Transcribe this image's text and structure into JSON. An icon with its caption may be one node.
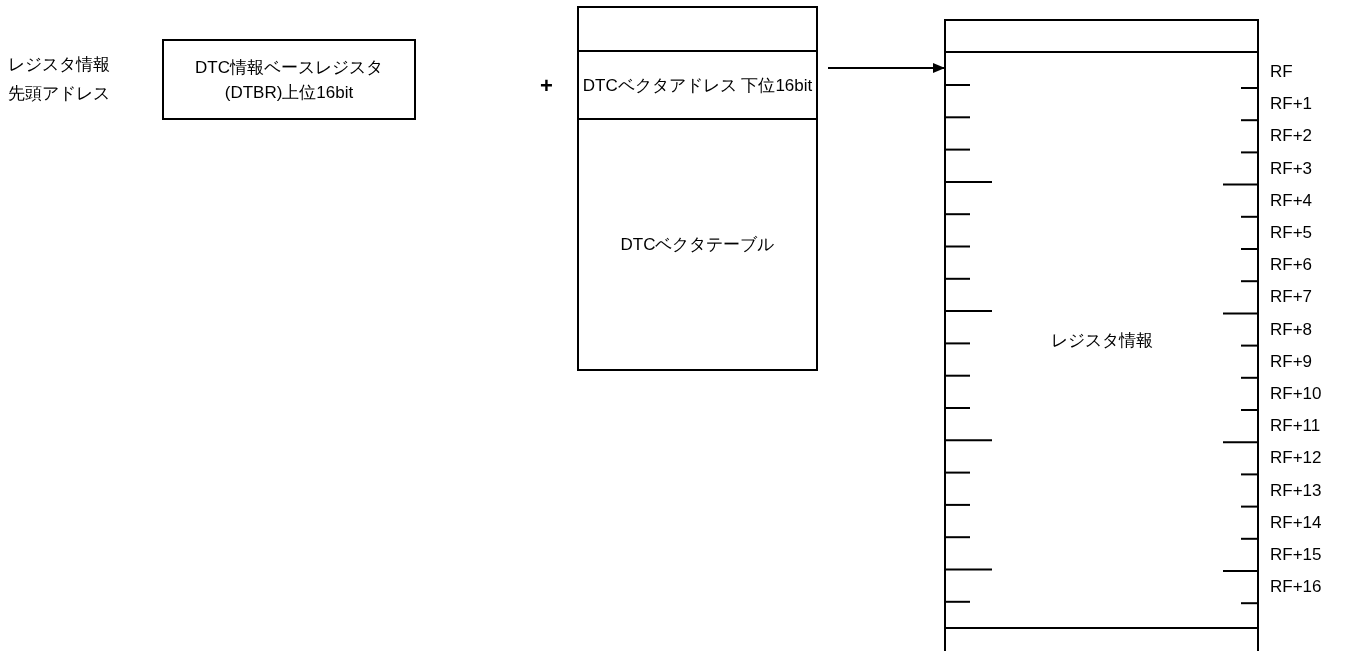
{
  "diagram": {
    "nodes": [
      {
        "text": [
          "DTC情報ベースレジスタ (DTBR)上位16bit"
        ],
        "beside": [
          "レジスタ情報先頭アドレス"
        ]
      },
      {
        "text": [],
        "shape": "box"
      },
      {
        "text": [
          "DTCベクタアドレス 下位16bit"
        ]
      },
      {
        "text": [
          "DTCベクタテーブル"
        ]
      },
      {
        "text": [],
        "shape": "box"
      },
      {
        "text": [
          "レジスタ情報"
        ]
      },
      {
        "text": [],
        "shape": "box"
      }
    ],
    "edges": [
      {
        "from": 2,
        "to": 5,
        "arrow": "to"
      }
    ],
    "labels": [
      "+",
      "RF",
      "RF+1",
      "RF+2",
      "RF+3",
      "RF+4",
      "RF+5",
      "RF+6",
      "RF+7",
      "RF+8",
      "RF+9",
      "RF+10",
      "RF+11",
      "RF+12",
      "RF+13",
      "RF+14",
      "RF+15",
      "RF+16"
    ]
  }
}
